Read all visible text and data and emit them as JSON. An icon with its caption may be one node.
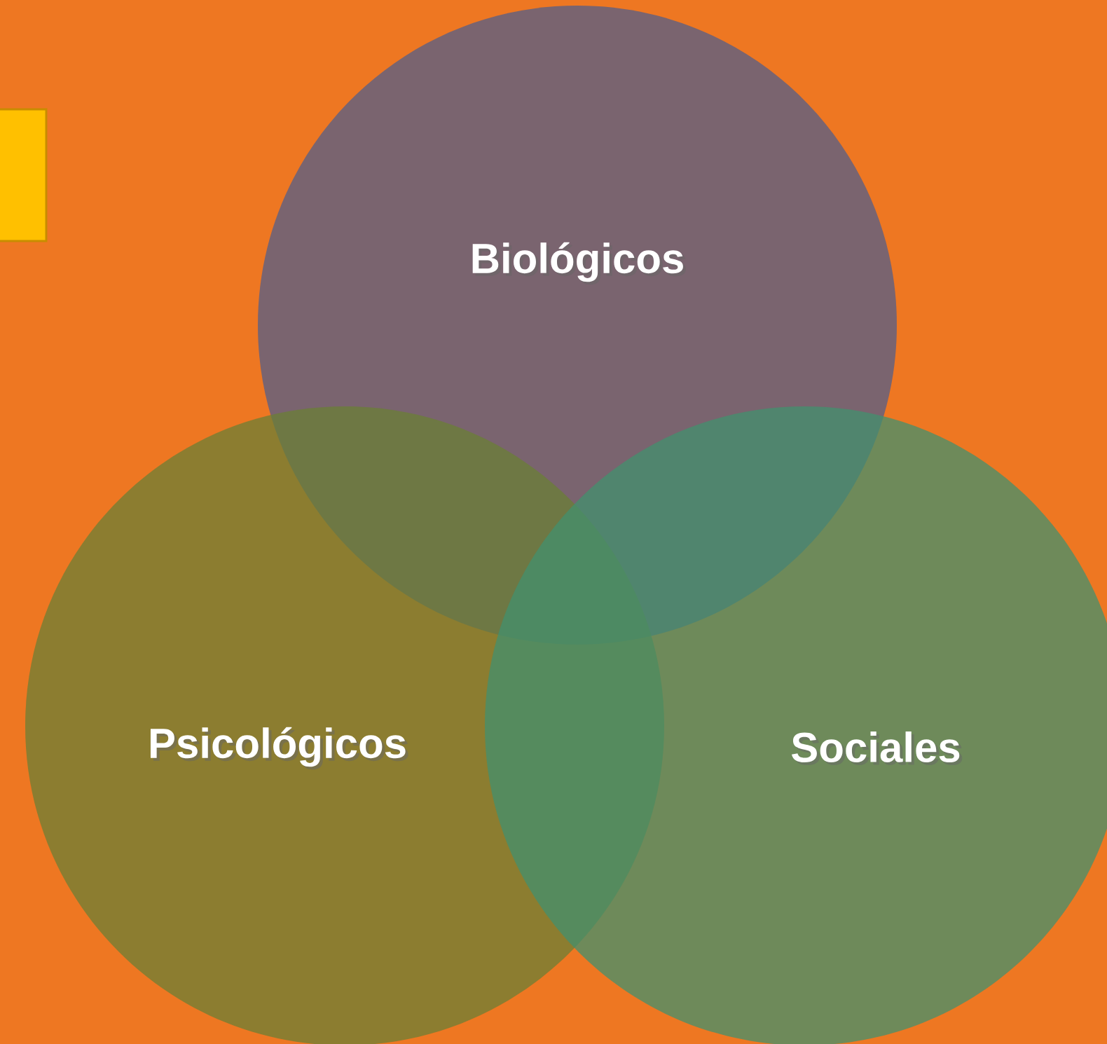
{
  "diagram": {
    "nodes": [
      {
        "text": [
          "Biológicos"
        ]
      },
      {
        "text": [
          "Psicológicos"
        ]
      },
      {
        "text": [
          "Sociales"
        ]
      },
      {
        "text": [],
        "shape": "box"
      }
    ]
  }
}
